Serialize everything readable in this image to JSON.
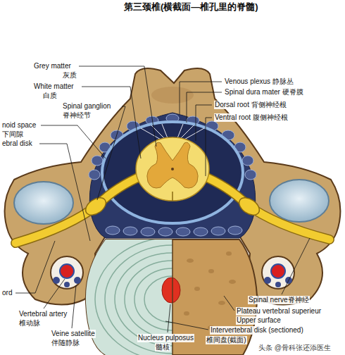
{
  "diagram": {
    "title": "第三颈椎(横截面—椎孔里的脊髓)",
    "labels": [
      "Grey matter",
      "灰质",
      "White matter",
      "白质",
      "Spinal ganglion",
      "脊神经节",
      "noid space",
      "下间隙",
      "ebral disk",
      "Venous plexus 静脉丛",
      "Spinal dura mater 硬脊膜",
      "Dorsal root 背侧神经根",
      "Ventral root 腹侧神经根",
      "ord",
      "Vertebral artery",
      "椎动脉",
      "Veine satellite",
      "伴随静脉",
      "Nucleus pulposus",
      "髓核",
      "Spinal nerve脊神经",
      "Plateau vertebral superieur",
      "Upper surface",
      "Intervertebral disk (sectioned)",
      "椎间盘(截面)",
      "头条 @骨科张还添医生"
    ]
  }
}
